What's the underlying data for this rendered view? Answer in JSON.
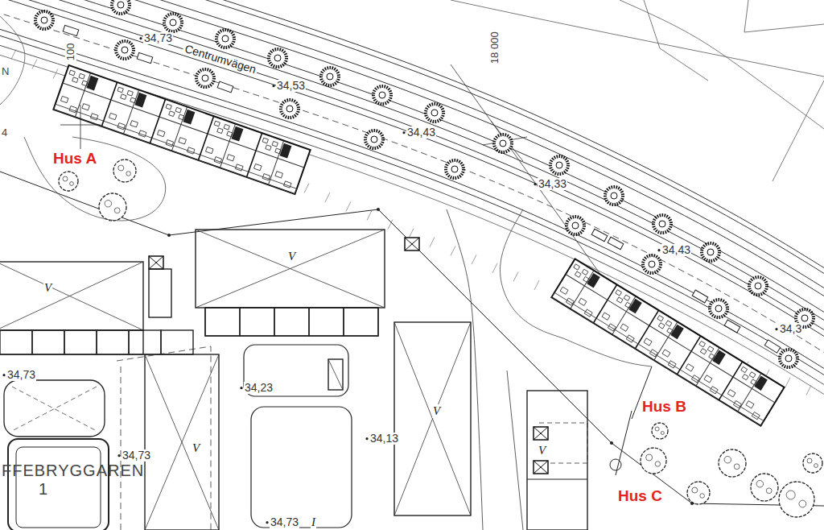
{
  "diagram": {
    "labels": [
      "Centrumvägen",
      "34,73",
      "34,53",
      "34,43",
      "34,33",
      "34,43",
      "34,3",
      "Hus A",
      "Hus B",
      "Hus C",
      "V",
      "V",
      "34,73",
      "34,23",
      "34,13",
      "V",
      "V",
      "34,73",
      "FFEBRYGGAREN",
      "1",
      "V",
      "I",
      "34,73",
      "100",
      "18 000",
      "N",
      "4"
    ]
  }
}
